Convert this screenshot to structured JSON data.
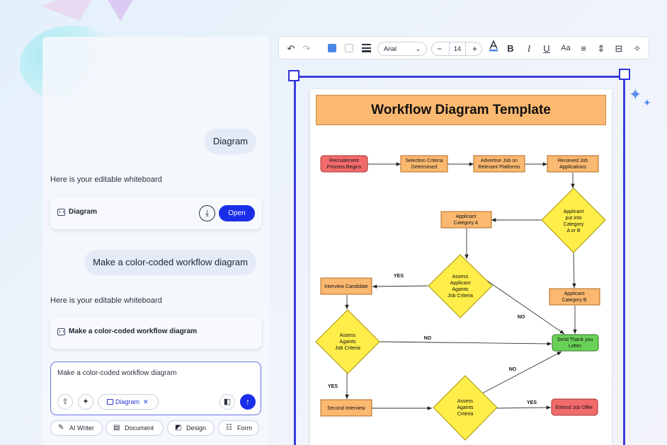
{
  "chat": {
    "user_message_1": "Diagram",
    "assistant_message_1": "Here is your editable whiteboard",
    "card_1": {
      "label": "Diagram",
      "download_icon": "download-icon",
      "open_label": "Open"
    },
    "user_message_2": "Make a color-coded workflow diagram",
    "assistant_message_2": "Here is your editable whiteboard",
    "card_2": {
      "label": "Make a color-coded workflow diagram"
    },
    "input": {
      "value": "Make a color-coded workflow diagram",
      "tag_label": "Diagram",
      "tag_close": "✕"
    },
    "tools": [
      {
        "label": "AI Writer",
        "icon": "magic-wand-icon"
      },
      {
        "label": "Document",
        "icon": "document-icon"
      },
      {
        "label": "Design",
        "icon": "design-icon"
      },
      {
        "label": "Form",
        "icon": "form-icon"
      }
    ]
  },
  "toolbar": {
    "undo": "↶",
    "redo": "↷",
    "fill_color": "#4a86e8",
    "stroke_color": "#ffffff",
    "font": "Arial",
    "size_minus": "−",
    "font_size": "14",
    "size_plus": "+",
    "bold": "B",
    "italic": "I",
    "underline": "U",
    "case": "Aa"
  },
  "diagram": {
    "title": "Workflow Diagram Template",
    "nodes": {
      "recruitment": [
        "Recruitement",
        "Process Begins"
      ],
      "selection": [
        "Selection Criteria",
        "Determined"
      ],
      "advertise": [
        "Advertise Job on",
        "Relevant Platforms"
      ],
      "received": [
        "Recieved Job",
        "Applications"
      ],
      "category_decision": [
        "Applicant",
        "put into",
        "Category",
        "A or B"
      ],
      "category_a": [
        "Applicant",
        "Category A"
      ],
      "assess_applicant": [
        "Assess",
        "Applicant",
        "Againts",
        "Job Criteria"
      ],
      "category_b": [
        "Applicant",
        "Category B"
      ],
      "interview_candidate": [
        "Interview Candidate"
      ],
      "assess_job": [
        "Assess",
        "Againts",
        "Job Criteria"
      ],
      "thank_you": [
        "Send Thank you",
        "Letter"
      ],
      "second_interview": [
        "Second Interview"
      ],
      "assess_criteria": [
        "Assess",
        "Againts",
        "Criteria"
      ],
      "job_offer": [
        "Extend Job Offer"
      ]
    },
    "labels": {
      "yes": "YES",
      "no": "NO"
    },
    "colors": {
      "start": "#f26b6b",
      "process": "#fbb870",
      "decision": "#ffed4a",
      "end_good": "#6ad158",
      "end_offer": "#f26b6b"
    }
  }
}
